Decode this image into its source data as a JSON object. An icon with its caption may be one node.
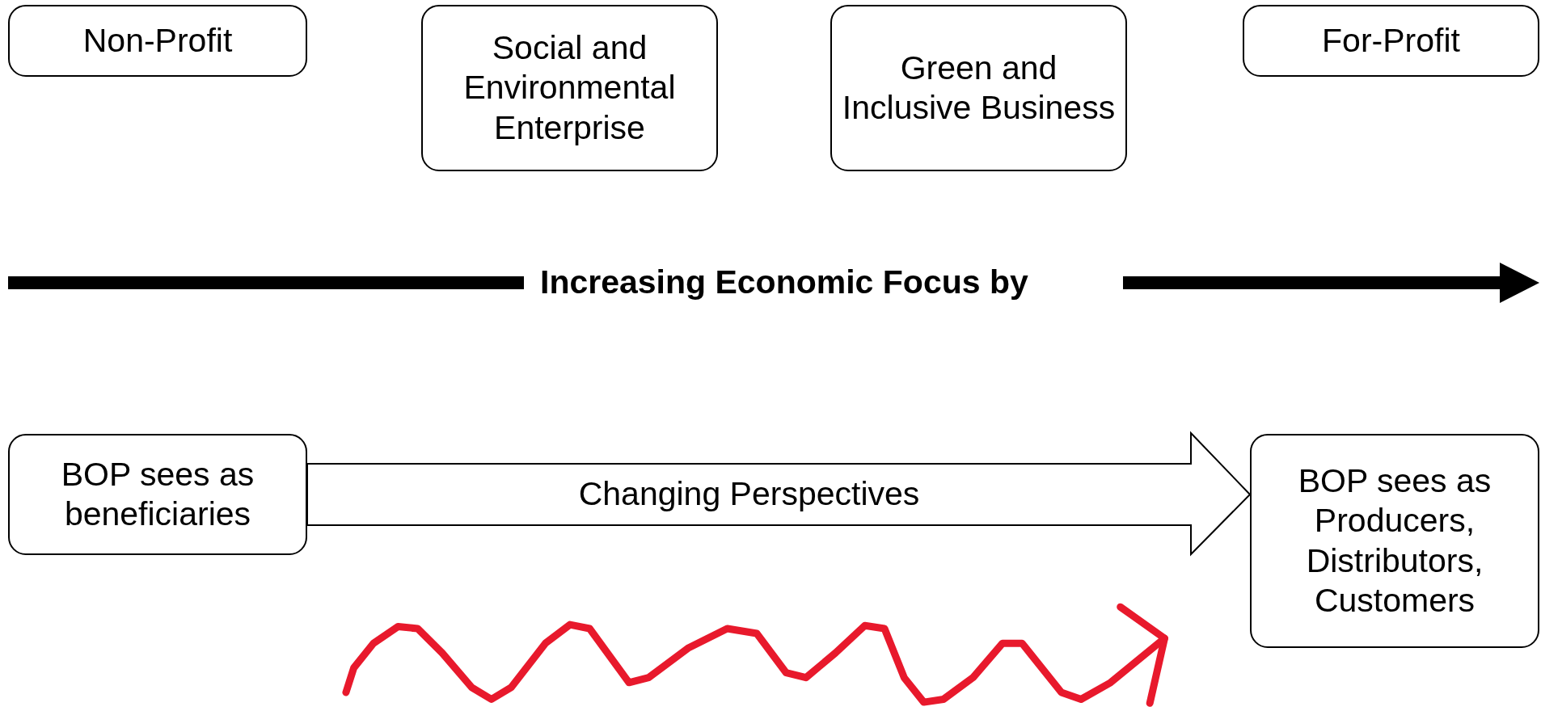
{
  "diagram": {
    "nodes": [
      {
        "text": [
          "Non-Profit"
        ]
      },
      {
        "text": [
          "Social and Environmental Enterprise"
        ]
      },
      {
        "text": [
          "Green and Inclusive Business"
        ]
      },
      {
        "text": [
          "For-Profit"
        ]
      },
      {
        "text": [
          "BOP sees as beneficiaries"
        ]
      },
      {
        "text": [
          "BOP sees as Producers, Distributors, Customers"
        ]
      }
    ],
    "edges": [
      {
        "from": 4,
        "to": 5,
        "arrow": "to",
        "label": "Changing Perspectives"
      }
    ],
    "labels": [
      "Increasing Economic Focus by"
    ]
  }
}
